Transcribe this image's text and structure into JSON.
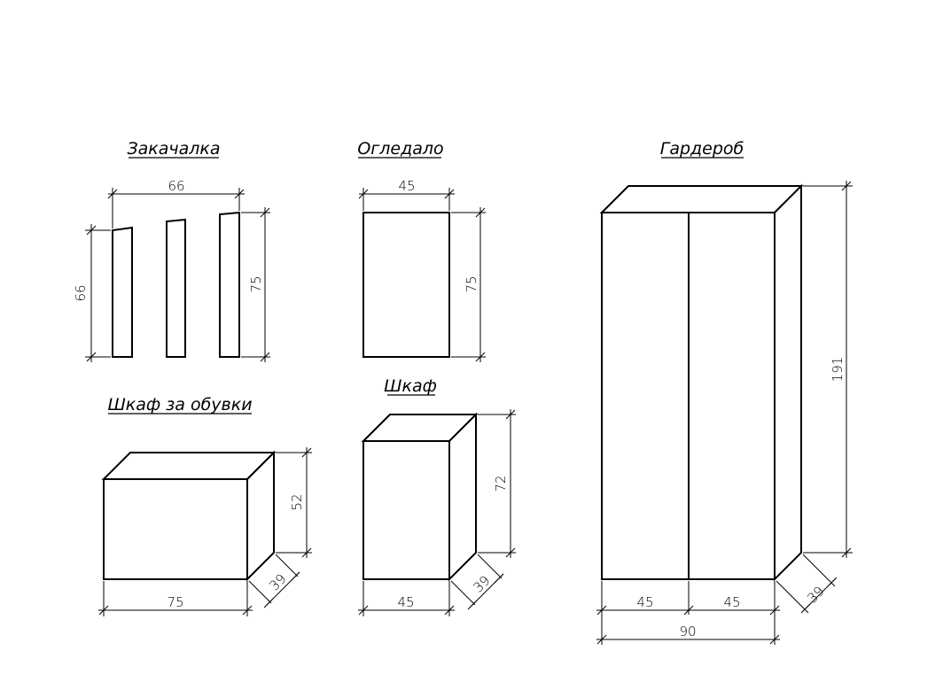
{
  "titles": {
    "zakachalka": "Закачалка",
    "ogledalo": "Огледало",
    "garderob": "Гардероб",
    "shkaf_obuvki": "Шкаф  за  обувки",
    "shkaf": "Шкаф"
  },
  "dimensions": {
    "zakachalka_width": "66",
    "zakachalka_height_left": "66",
    "zakachalka_height_right": "75",
    "ogledalo_width": "45",
    "ogledalo_height": "75",
    "garderob_height": "191",
    "garderob_door_left": "45",
    "garderob_door_right": "45",
    "garderob_width": "90",
    "garderob_depth": "39",
    "shkaf_obuvki_height": "52",
    "shkaf_obuvki_width": "75",
    "shkaf_obuvki_depth": "39",
    "shkaf_height": "72",
    "shkaf_width": "45",
    "shkaf_depth": "39"
  },
  "colors": {
    "ink": "#000000",
    "paper": "#ffffff"
  }
}
